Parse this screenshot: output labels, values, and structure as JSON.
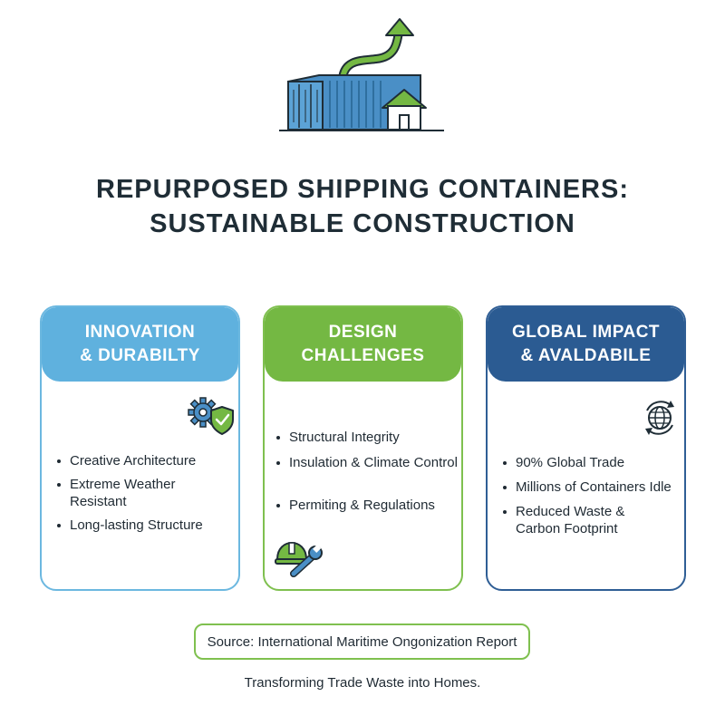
{
  "title": {
    "line1": "REPURPOSED SHIPPING CONTAINERS:",
    "line2": "SUSTAINABLE CONSTRUCTION"
  },
  "cards": [
    {
      "heading_line1": "INNOVATION",
      "heading_line2": "& DURABILTY",
      "icon": "gear-shield-icon",
      "points": [
        "Creative Architecture",
        "Extreme Weather Resistant",
        "Long-lasting Structure"
      ]
    },
    {
      "heading_line1": "DESIGN",
      "heading_line2": "CHALLENGES",
      "icon": "hardhat-wrench-icon",
      "points": [
        "Structural Integrity",
        "Insulation & Climate Control",
        "Permiting & Regulations"
      ]
    },
    {
      "heading_line1": "GLOBAL IMPACT",
      "heading_line2": "& AVALDABILE",
      "icon": "globe-cycle-icon",
      "points": [
        "90% Global Trade",
        "Millions of Containers Idle",
        "Reduced Waste & Carbon Footprint"
      ]
    }
  ],
  "source": "Source: International Maritime Ongonization Report",
  "tagline": "Transforming Trade Waste into Homes.",
  "colors": {
    "blue": "#5fb1de",
    "green": "#74b843",
    "navy": "#2b5b92",
    "text": "#1f2d36"
  }
}
